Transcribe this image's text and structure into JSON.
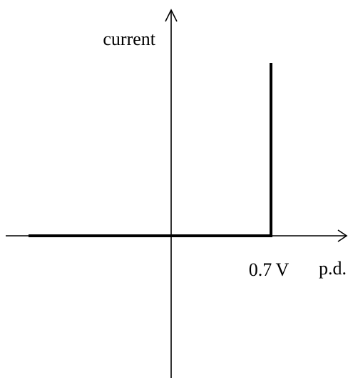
{
  "chart_data": {
    "type": "line",
    "title": "",
    "xlabel": "p.d.",
    "ylabel": "current",
    "x_tick_labels": [
      {
        "value": 0.7,
        "text": "0.7 V"
      }
    ],
    "series": [
      {
        "points": [
          {
            "x": -1.0,
            "y": 0.0
          },
          {
            "x": 0.7,
            "y": 0.0
          },
          {
            "x": 0.7,
            "y": 1.0
          }
        ]
      }
    ],
    "xlim": [
      -1.0,
      1.0
    ],
    "ylim": [
      -0.8,
      1.1
    ],
    "grid": false,
    "legend": "none",
    "colors": {
      "axis": "#000000",
      "curve": "#000000",
      "text": "#000000"
    }
  }
}
